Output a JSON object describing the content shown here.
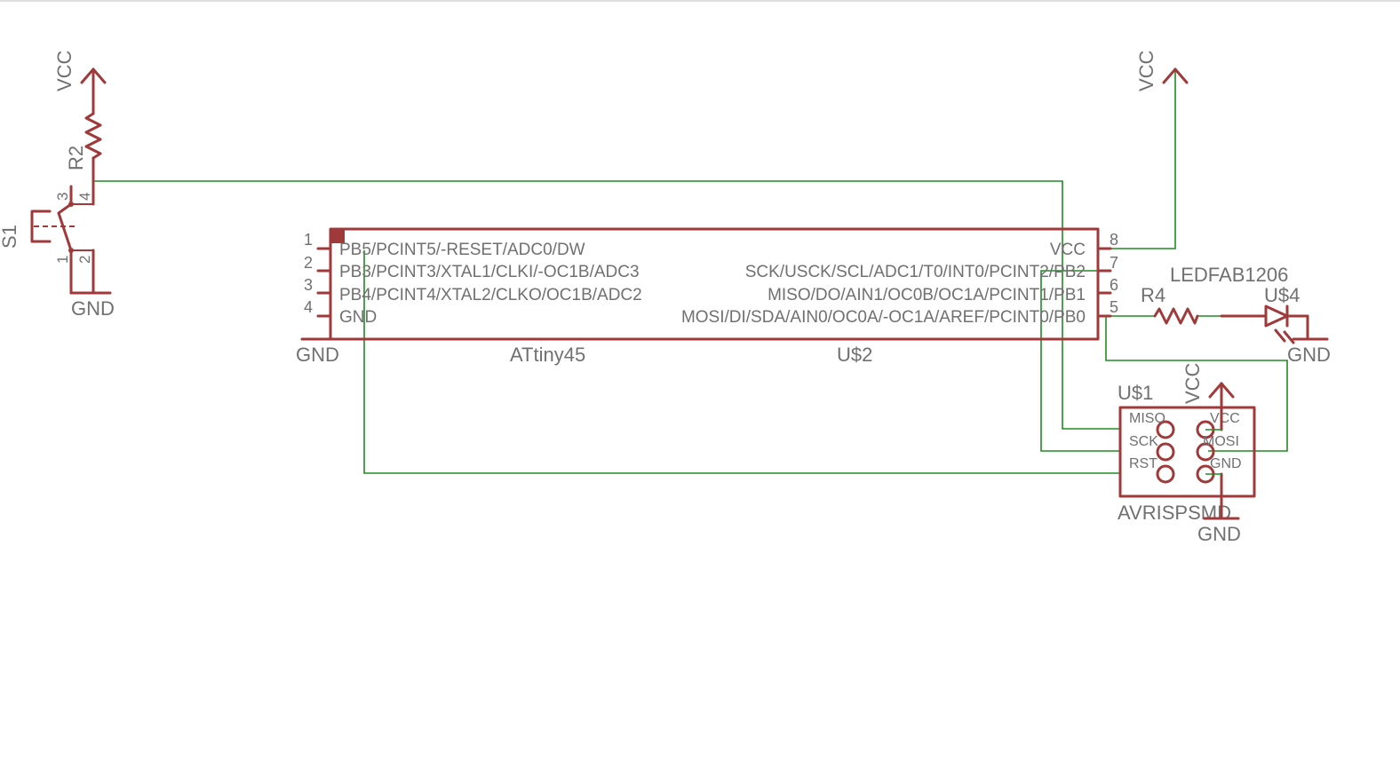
{
  "colors": {
    "symbol": "#a03a3a",
    "net": "#228b22",
    "text": "#707070",
    "background": "#ffffff"
  },
  "labels": {
    "vcc_left": "VCC",
    "vcc_right": "VCC",
    "vcc_isp": "VCC",
    "r2": "R2",
    "r4": "R4",
    "s1": "S1",
    "s1_pin3": "3",
    "s1_pin4": "4",
    "s1_pin1": "1",
    "s1_pin2": "2",
    "gnd_s1": "GND",
    "gnd_u2": "GND",
    "gnd_led": "GND",
    "gnd_isp": "GND",
    "led_part": "LEDFAB1206",
    "led_ref": "U$4",
    "isp_ref": "U$1",
    "isp_part": "AVRISPSMD"
  },
  "mcu": {
    "part": "ATtiny45",
    "ref": "U$2",
    "left_pins": [
      {
        "num": "1",
        "name": "PB5/PCINT5/-RESET/ADC0/DW"
      },
      {
        "num": "2",
        "name": "PB3/PCINT3/XTAL1/CLKI/-OC1B/ADC3"
      },
      {
        "num": "3",
        "name": "PB4/PCINT4/XTAL2/CLKO/OC1B/ADC2"
      },
      {
        "num": "4",
        "name": "GND"
      }
    ],
    "right_pins": [
      {
        "num": "8",
        "name": "VCC"
      },
      {
        "num": "7",
        "name": "SCK/USCK/SCL/ADC1/T0/INT0/PCINT2/PB2"
      },
      {
        "num": "6",
        "name": "MISO/DO/AIN1/OC0B/OC1A/PCINT1/PB1"
      },
      {
        "num": "5",
        "name": "MOSI/DI/SDA/AIN0/OC0A/-OC1A/AREF/PCINT0/PB0"
      }
    ]
  },
  "isp_pins": {
    "left": [
      "MISO",
      "SCK",
      "RST"
    ],
    "right": [
      "VCC",
      "MOSI",
      "GND"
    ]
  }
}
